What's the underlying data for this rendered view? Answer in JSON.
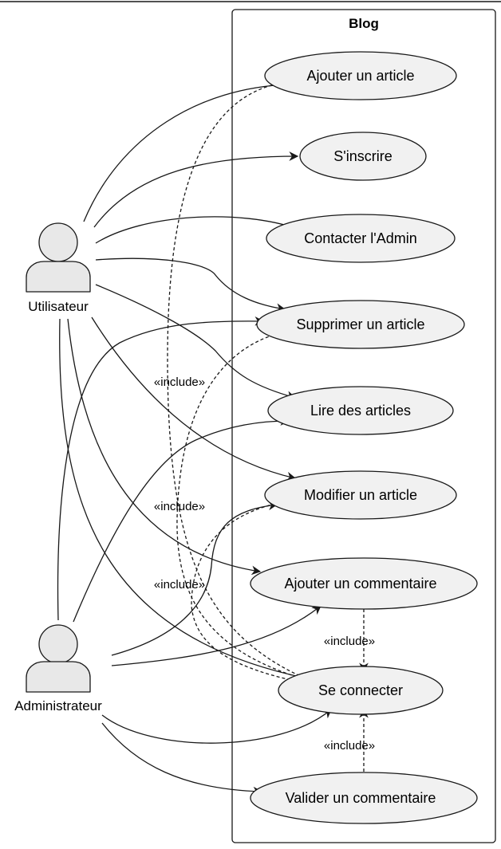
{
  "diagram": {
    "system_title": "Blog",
    "actors": {
      "user": "Utilisateur",
      "admin": "Administrateur"
    },
    "use_cases": {
      "add_article": "Ajouter un article",
      "signup": "S'inscrire",
      "contact_admin": "Contacter l'Admin",
      "delete_article": "Supprimer un article",
      "read_articles": "Lire des articles",
      "edit_article": "Modifier un article",
      "add_comment": "Ajouter un commentaire",
      "login": "Se connecter",
      "validate_comment": "Valider un commentaire"
    },
    "include_label": "«include»",
    "colors": {
      "usecase_fill": "#F1F1F1",
      "actor_fill": "#E8E8E8",
      "stroke": "#181818"
    }
  }
}
